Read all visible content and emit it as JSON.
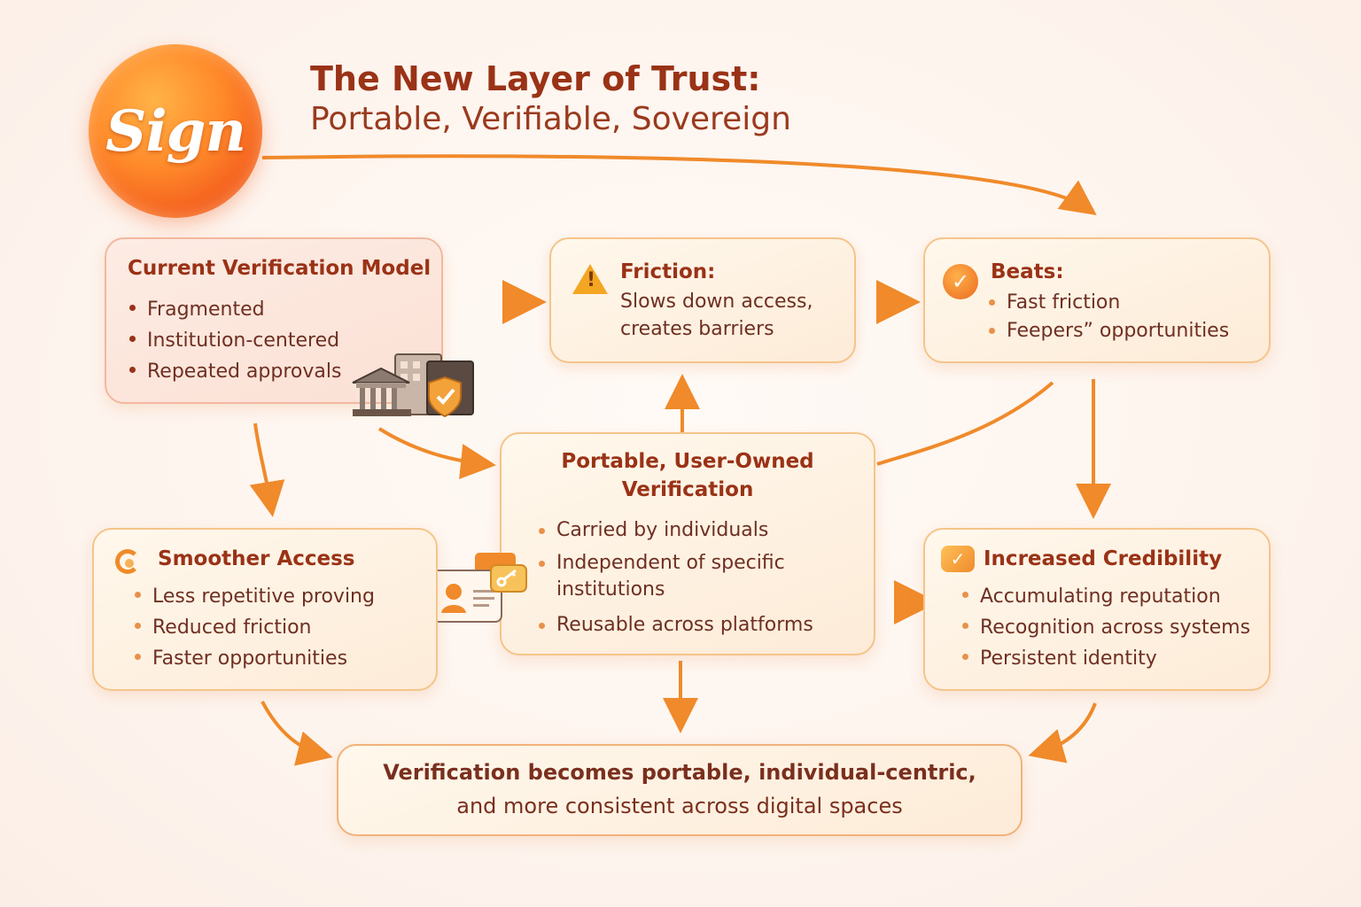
{
  "logo": {
    "text": "Sign"
  },
  "title": {
    "line1": "The New Layer of Trust:",
    "line2": "Portable, Verifiable, Sovereign"
  },
  "current_model": {
    "heading": "Current Verification Model",
    "items": [
      "Fragmented",
      "Institution-centered",
      "Repeated approvals"
    ],
    "illustration": "institution-building-shield-icon"
  },
  "friction": {
    "heading": "Friction:",
    "body_line1": "Slows down access,",
    "body_line2": "creates barriers",
    "icon": "warning-icon"
  },
  "beats": {
    "heading": "Beats:",
    "items": [
      "Fast friction",
      "Feepers” opportunities"
    ],
    "icon": "check-circle-icon"
  },
  "portable": {
    "heading_line1": "Portable, User-Owned",
    "heading_line2": "Verification",
    "items": [
      "Carried by individuals",
      "Independent of specific",
      "Reusable across platforms"
    ],
    "item2_continued": "institutions",
    "illustration": "id-card-key-icon"
  },
  "smoother": {
    "heading": "Smoother Access",
    "items": [
      "Less repetitive proving",
      "Reduced friction",
      "Faster opportunities"
    ],
    "icon": "swirl-icon"
  },
  "credibility": {
    "heading": "Increased Credibility",
    "items": [
      "Accumulating reputation",
      "Recognition across systems",
      "Persistent identity"
    ],
    "icon": "check-badge-icon"
  },
  "conclusion": {
    "line1": "Verification becomes portable, individual-centric,",
    "line2": "and more consistent across digital spaces"
  },
  "colors": {
    "arrow": "#f08a2a",
    "title": "#9a3216",
    "box_border": "#f5c48a",
    "accent": "#ea6a1e"
  }
}
